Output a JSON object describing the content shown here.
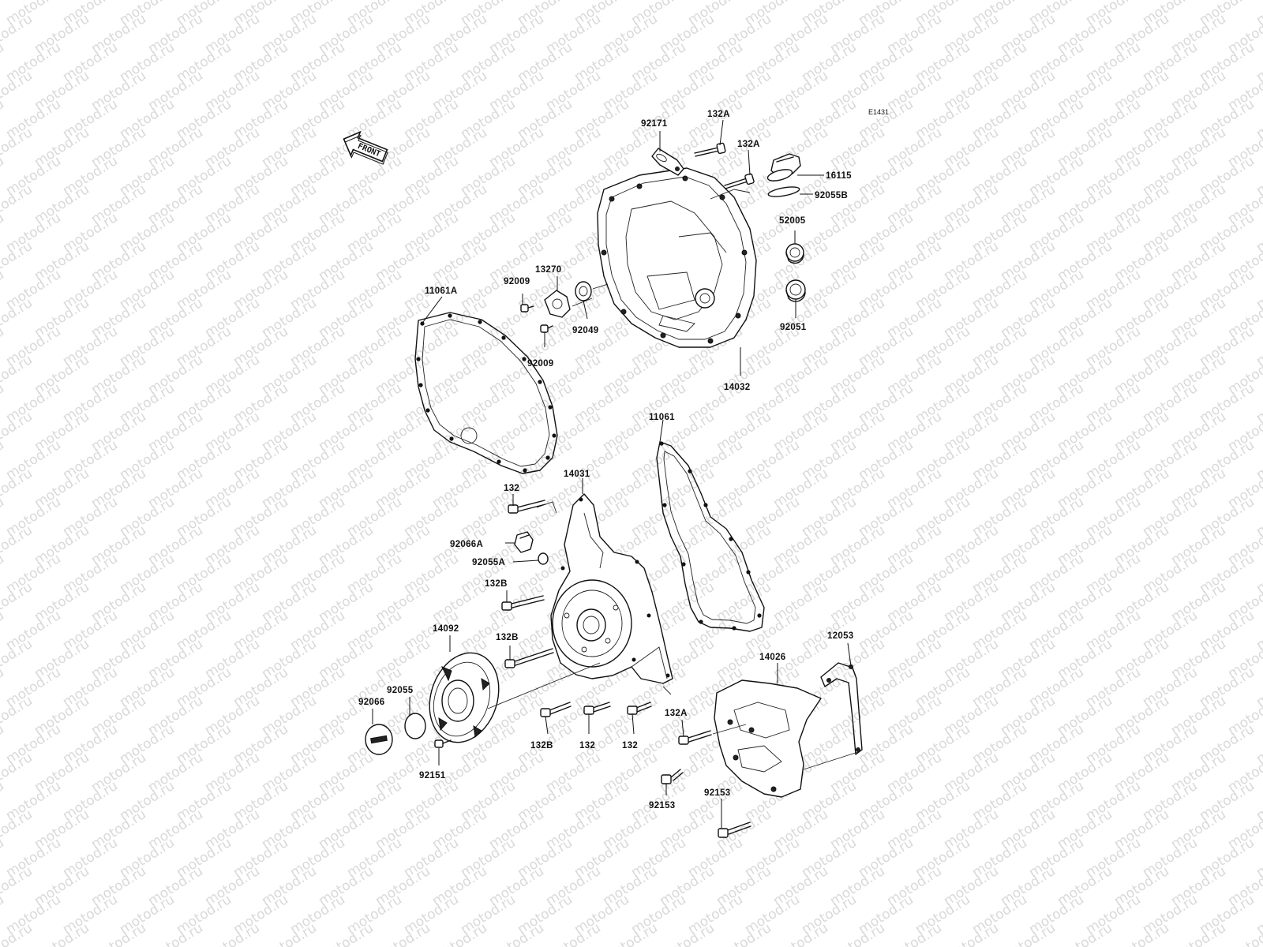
{
  "figure_ref": "E1431",
  "watermark": "motod.ru",
  "direction_arrow": {
    "label": "FRONT",
    "icon": "front-direction-arrow-icon"
  },
  "parts": [
    {
      "id": "p-92171",
      "label": "92171"
    },
    {
      "id": "p-132A-1",
      "label": "132A"
    },
    {
      "id": "p-132A-2",
      "label": "132A"
    },
    {
      "id": "p-16115",
      "label": "16115"
    },
    {
      "id": "p-92055B",
      "label": "92055B"
    },
    {
      "id": "p-52005",
      "label": "52005"
    },
    {
      "id": "p-92051",
      "label": "92051"
    },
    {
      "id": "p-14032",
      "label": "14032"
    },
    {
      "id": "p-13270",
      "label": "13270"
    },
    {
      "id": "p-92009-1",
      "label": "92009"
    },
    {
      "id": "p-92009-2",
      "label": "92009"
    },
    {
      "id": "p-92049",
      "label": "92049"
    },
    {
      "id": "p-11061A",
      "label": "11061A"
    },
    {
      "id": "p-11061",
      "label": "11061"
    },
    {
      "id": "p-14031",
      "label": "14031"
    },
    {
      "id": "p-132-1",
      "label": "132"
    },
    {
      "id": "p-92066A",
      "label": "92066A"
    },
    {
      "id": "p-92055A",
      "label": "92055A"
    },
    {
      "id": "p-132B-1",
      "label": "132B"
    },
    {
      "id": "p-132B-2",
      "label": "132B"
    },
    {
      "id": "p-14092",
      "label": "14092"
    },
    {
      "id": "p-92055",
      "label": "92055"
    },
    {
      "id": "p-92066",
      "label": "92066"
    },
    {
      "id": "p-92151",
      "label": "92151"
    },
    {
      "id": "p-132B-3",
      "label": "132B"
    },
    {
      "id": "p-132-2",
      "label": "132"
    },
    {
      "id": "p-132-3",
      "label": "132"
    },
    {
      "id": "p-12053",
      "label": "12053"
    },
    {
      "id": "p-14026",
      "label": "14026"
    },
    {
      "id": "p-132A-3",
      "label": "132A"
    },
    {
      "id": "p-92153-1",
      "label": "92153"
    },
    {
      "id": "p-92153-2",
      "label": "92153"
    }
  ]
}
